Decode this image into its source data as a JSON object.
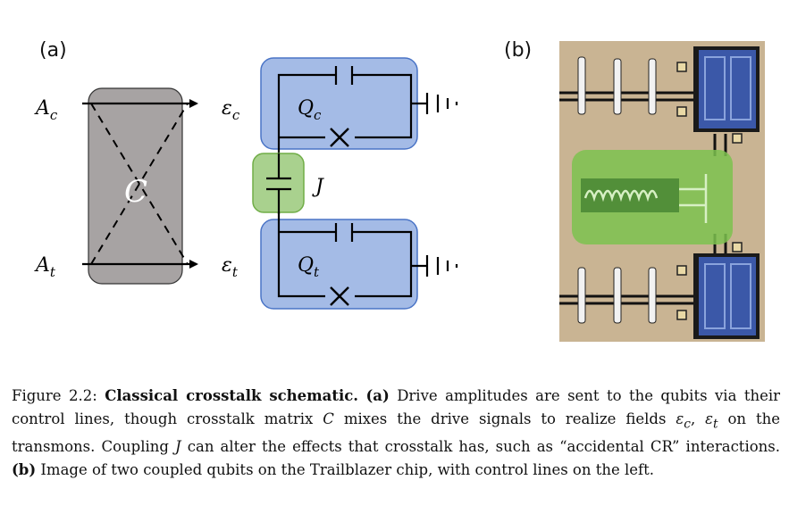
{
  "panel_a_label": "(a)",
  "panel_b_label": "(b)",
  "schematic": {
    "input_control": "A",
    "input_control_sub": "c",
    "input_target": "A",
    "input_target_sub": "t",
    "matrix_label": "C",
    "field_control": "ε",
    "field_control_sub": "c",
    "field_target": "ε",
    "field_target_sub": "t",
    "qubit_control": "Q",
    "qubit_control_sub": "c",
    "qubit_target": "Q",
    "qubit_target_sub": "t",
    "coupling_label": "J"
  },
  "colors": {
    "crosstalk_box": "#a7a3a3",
    "qubit_box": "#a4bbe6",
    "qubit_border": "#4a74c6",
    "coupler_box": "#a9d18e",
    "coupler_border": "#70ad47",
    "chip_bg": "#c9b493",
    "chip_qubit": "#3f5fb8",
    "chip_coupler": "#7cc24f"
  },
  "caption": {
    "prefix": "Figure 2.2: ",
    "title": "Classical crosstalk schematic.",
    "part_a_tag": "(a)",
    "text_1": " Drive amplitudes are sent to the qubits via their control lines, though crosstalk matrix ",
    "matrix": "C",
    "text_2": " mixes the drive signals to realize fields ",
    "eps_c": "ε",
    "eps_c_sub": "c",
    "text_3": ", ",
    "eps_t": "ε",
    "eps_t_sub": "t",
    "text_4": " on the transmons. Coupling ",
    "coupling": "J",
    "text_5": " can alter the effects that crosstalk has, such as “accidental CR” interactions. ",
    "part_b_tag": "(b)",
    "text_6": " Image of two coupled qubits on the Trailblazer chip, with control lines on the left."
  }
}
